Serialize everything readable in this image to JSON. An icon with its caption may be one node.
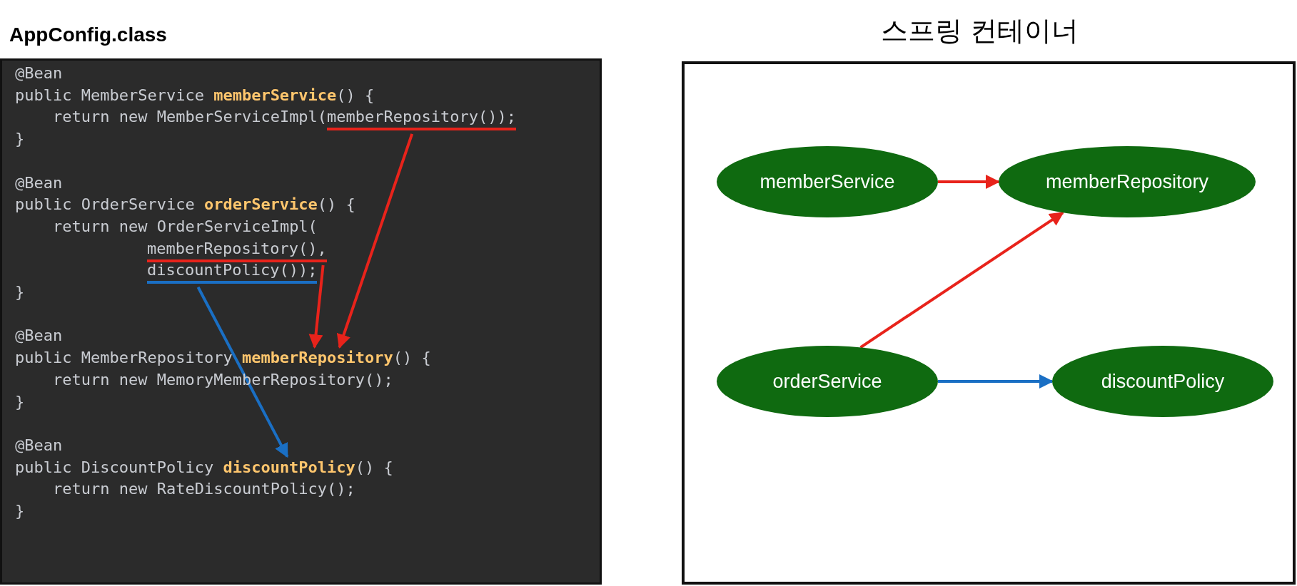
{
  "diagram": {
    "nodes": [
      {
        "text": [
          "AppConfig.class"
        ]
      },
      {
        "text": [
          "memberRepository());"
        ],
        "in": 0
      },
      {
        "text": [
          "memberRepository(),"
        ],
        "in": 0
      },
      {
        "text": [
          "discountPolicy());"
        ],
        "in": 0
      },
      {
        "text": [
          "public MemberRepository **memberRepository**() {"
        ],
        "in": 0
      },
      {
        "text": [
          "public DiscountPolicy **discountPolicy**() {"
        ],
        "in": 0
      },
      {
        "text": [
          "스프링 컨테이너"
        ]
      },
      {
        "text": [
          "memberService"
        ],
        "in": 6
      },
      {
        "text": [
          "memberRepository"
        ],
        "in": 6
      },
      {
        "text": [
          "orderService"
        ],
        "in": 6
      },
      {
        "text": [
          "discountPolicy"
        ],
        "in": 6
      }
    ],
    "edges": [
      {
        "from": 1,
        "to": 4,
        "arrow": "to"
      },
      {
        "from": 2,
        "to": 4,
        "arrow": "to"
      },
      {
        "from": 3,
        "to": 5,
        "arrow": "to",
        "color": "#1a6fc4"
      },
      {
        "from": 7,
        "to": 8,
        "arrow": "to"
      },
      {
        "from": 9,
        "to": 8,
        "arrow": "to"
      },
      {
        "from": 9,
        "to": 10,
        "arrow": "to",
        "color": "#1a6fc4"
      }
    ],
    "labels": [
      "@Bean",
      "public MemberService **memberService**() {",
      "return new MemberServiceImpl(",
      "}",
      "@Bean",
      "public OrderService **orderService**() {",
      "return new OrderServiceImpl(",
      "}",
      "@Bean",
      "return new MemoryMemberRepository();",
      "}",
      "@Bean",
      "return new RateDiscountPolicy();",
      "}"
    ]
  }
}
